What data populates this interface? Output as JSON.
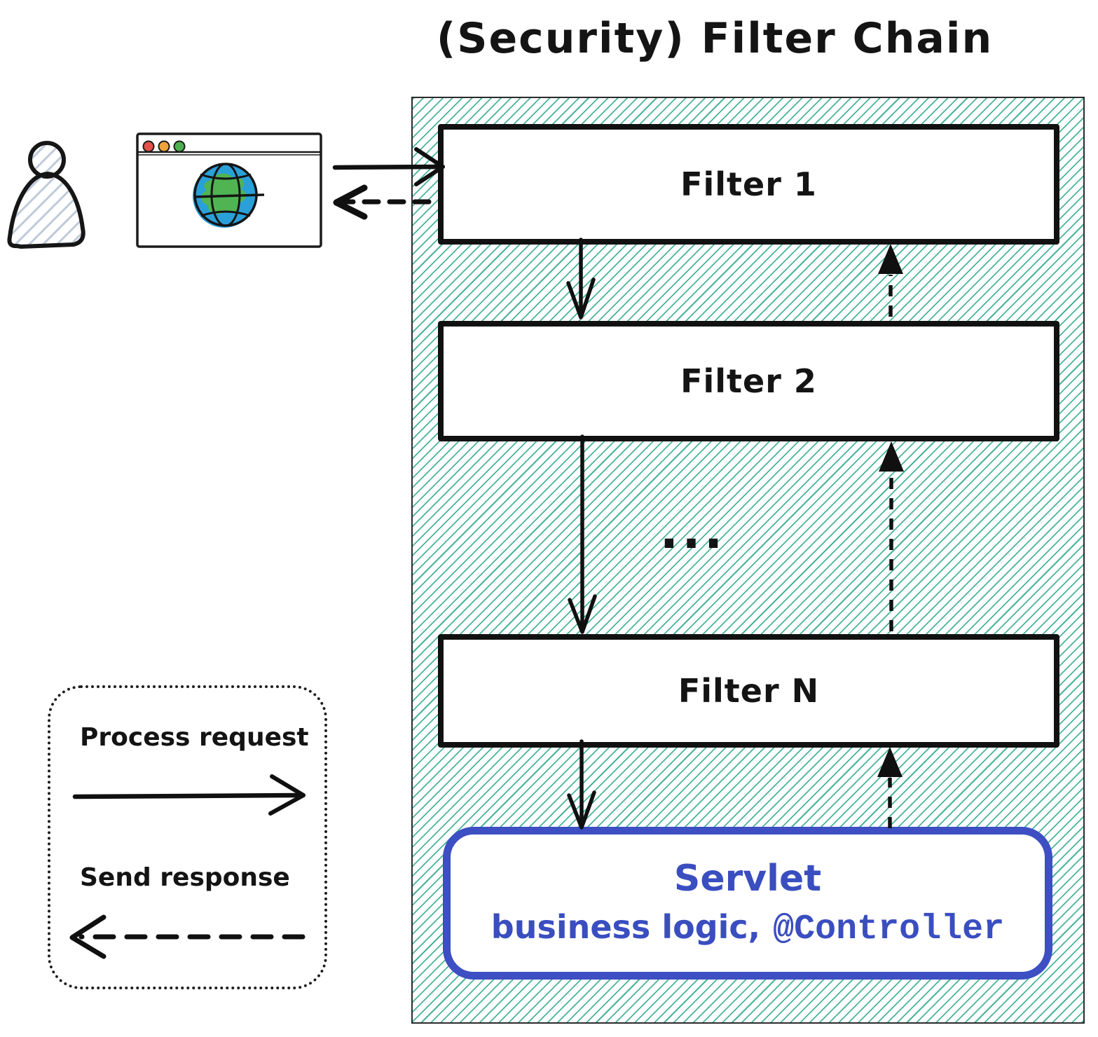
{
  "title": "(Security) Filter Chain",
  "browser": {
    "traffic_lights": {
      "red": "#e4504a",
      "yellow": "#f0a33c",
      "green": "#4cb04f"
    }
  },
  "chain": {
    "filters": [
      {
        "label": "Filter 1"
      },
      {
        "label": "Filter 2"
      },
      {
        "label": "Filter N"
      }
    ],
    "ellipsis": "...",
    "servlet": {
      "title": "Servlet",
      "subtitle_text": "business logic,",
      "subtitle_code": "@Controller"
    }
  },
  "legend": {
    "process_label": "Process request",
    "response_label": "Send response"
  },
  "colors": {
    "hatch_teal": "#2fab8f",
    "servlet_blue": "#3d4fc3",
    "ink": "#141414",
    "globe_blue": "#2aa0d9",
    "globe_green": "#50b453"
  }
}
